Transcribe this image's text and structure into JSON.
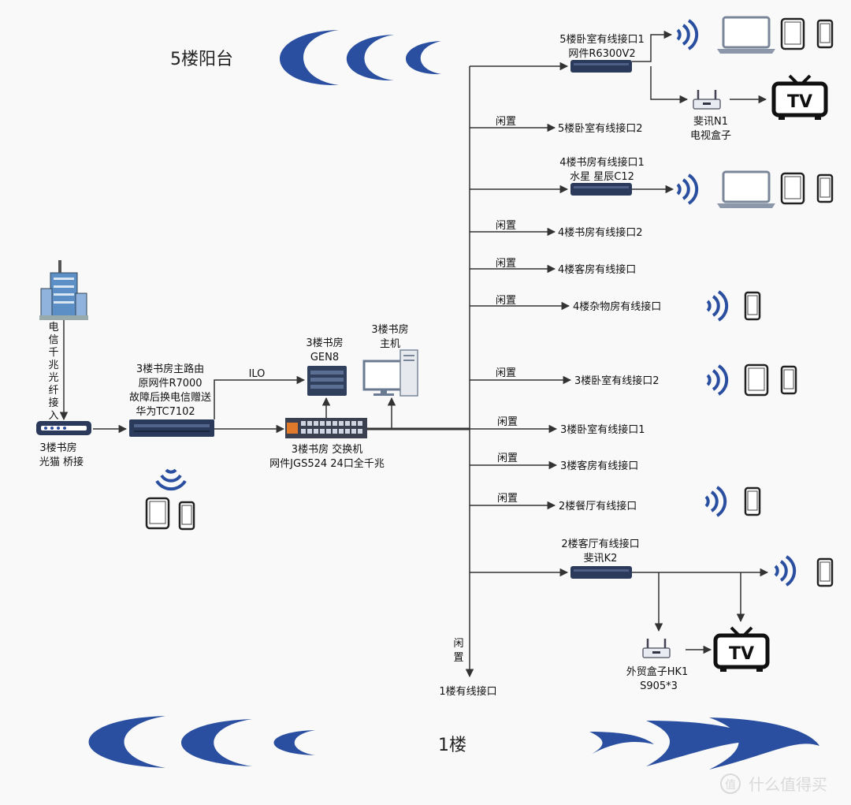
{
  "floor_labels": {
    "top": "5楼阳台",
    "bottom": "1楼"
  },
  "isp": {
    "line1": "电",
    "line2": "信",
    "line3": "千",
    "line4": "兆",
    "line5": "光",
    "line6": "纤",
    "line7": "接",
    "line8": "入"
  },
  "modem": {
    "line1": "3楼书房",
    "line2": "光猫 桥接"
  },
  "main_router": {
    "line1": "3楼书房主路由",
    "line2": "原网件R7000",
    "line3": "故障后换电信赠送",
    "line4": "华为TC7102"
  },
  "ilo_label": "ILO",
  "server": {
    "line1": "3楼书房",
    "line2": "GEN8"
  },
  "pc": {
    "line1": "3楼书房",
    "line2": "主机"
  },
  "switch": {
    "line1": "3楼书房 交换机",
    "line2": "网件JGS524 24口全千兆"
  },
  "idle": "闲置",
  "idle_vertical": {
    "c1": "闲",
    "c2": "置"
  },
  "ports": {
    "p5_1": {
      "line1": "5楼卧室有线接口1",
      "line2": "网件R6300V2"
    },
    "p5_2": "5楼卧室有线接口2",
    "p4_1": {
      "line1": "4楼书房有线接口1",
      "line2": "水星 星辰C12"
    },
    "p4_2": "4楼书房有线接口2",
    "p4_guest": "4楼客房有线接口",
    "p4_storage": "4楼杂物房有线接口",
    "p3_bed2": "3楼卧室有线接口2",
    "p3_bed1": "3楼卧室有线接口1",
    "p3_guest": "3楼客房有线接口",
    "p2_dining": "2楼餐厅有线接口",
    "p2_living": {
      "line1": "2楼客厅有线接口",
      "line2": "斐讯K2"
    },
    "p1": "1楼有线接口"
  },
  "tvbox_n1": {
    "line1": "斐讯N1",
    "line2": "电视盒子"
  },
  "tvbox_hk1": {
    "line1": "外贸盒子HK1",
    "line2": "S905*3"
  },
  "tv_icon_text": "TV",
  "watermark": "什么值得买",
  "colors": {
    "accent": "#2a4fa0",
    "line": "#333333",
    "device": "#2b3a5a"
  }
}
